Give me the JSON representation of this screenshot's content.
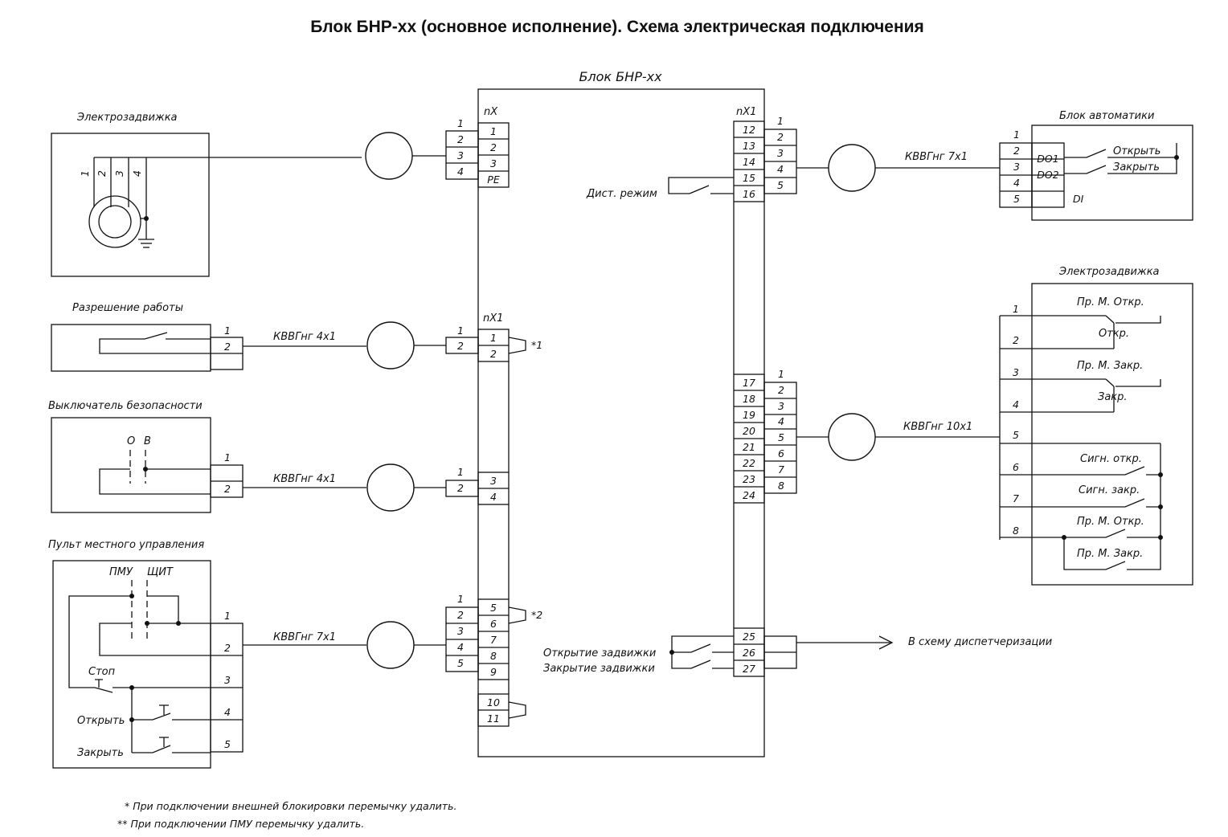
{
  "title": "Блок БНР-хх (основное исполнение). Схема электрическая подключения",
  "block_title": "Блок БНР-хх",
  "connectors": {
    "nX": "nX",
    "nX1_left": "nX1",
    "nX1_right": "nX1"
  },
  "left_devices": {
    "motor": {
      "title": "Электрозадвижка",
      "wires": [
        "1",
        "2",
        "3",
        "4"
      ],
      "pins": [
        "1",
        "2",
        "3",
        "4"
      ]
    },
    "permit": {
      "title": "Разрешение работы",
      "cable": "КВВГнг 4х1",
      "pins": [
        "1",
        "2"
      ]
    },
    "safety": {
      "title": "Выключатель безопасности",
      "labels": [
        "О",
        "В"
      ],
      "cable": "КВВГнг 4х1",
      "pins": [
        "1",
        "2"
      ]
    },
    "local_panel": {
      "title": "Пульт местного управления",
      "labels": [
        "ПМУ",
        "ЩИТ"
      ],
      "stop": "Стоп",
      "open": "Открыть",
      "close": "Закрыть",
      "cable": "КВВГнг 7х1",
      "pins": [
        "1",
        "2",
        "3",
        "4",
        "5"
      ]
    }
  },
  "block_terminals": {
    "nX": [
      "1",
      "2",
      "3",
      "PE"
    ],
    "nX1_a": [
      "1",
      "2"
    ],
    "nX1_b": [
      "3",
      "4"
    ],
    "nX1_c": [
      "5",
      "6",
      "7",
      "8",
      "9"
    ],
    "nX1_d": [
      "10",
      "11"
    ],
    "nX1_r1": [
      "12",
      "13",
      "14",
      "15",
      "16"
    ],
    "nX1_r2": [
      "17",
      "18",
      "19",
      "20",
      "21",
      "22",
      "23",
      "24"
    ],
    "nX1_r3": [
      "25",
      "26",
      "27"
    ]
  },
  "jumpers": {
    "j1": "*1",
    "j2": "*2"
  },
  "right_side": {
    "remote_mode": "Дист. режим",
    "automation": {
      "title": "Блок автоматики",
      "cable": "КВВГнг 7х1",
      "pins": [
        "1",
        "2",
        "3",
        "4",
        "5"
      ],
      "outer_pins": [
        "1",
        "2",
        "3",
        "4",
        "5"
      ],
      "do1": "DO1",
      "do2": "DO2",
      "di": "DI",
      "open": "Открыть",
      "close": "Закрыть"
    },
    "valve": {
      "title": "Электрозадвижка",
      "cable": "КВВГнг 10х1",
      "pins": [
        "1",
        "2",
        "3",
        "4",
        "5",
        "6",
        "7",
        "8"
      ],
      "outer_pins": [
        "1",
        "2",
        "3",
        "4",
        "5",
        "6",
        "7",
        "8"
      ],
      "contacts": [
        "Пр. М. Откр.",
        "Откр.",
        "Пр. М. Закр.",
        "Закр.",
        "Сигн. откр.",
        "Сигн. закр.",
        "Пр. М. Откр.",
        "Пр. М. Закр."
      ]
    },
    "dispatch": {
      "open_valve": "Открытие задвижки",
      "close_valve": "Закрытие задвижки",
      "to_dispatch": "В схему диспетчеризации"
    }
  },
  "notes": [
    "* При подключении внешней блокировки перемычку удалить.",
    "** При подключении ПМУ перемычку удалить."
  ]
}
